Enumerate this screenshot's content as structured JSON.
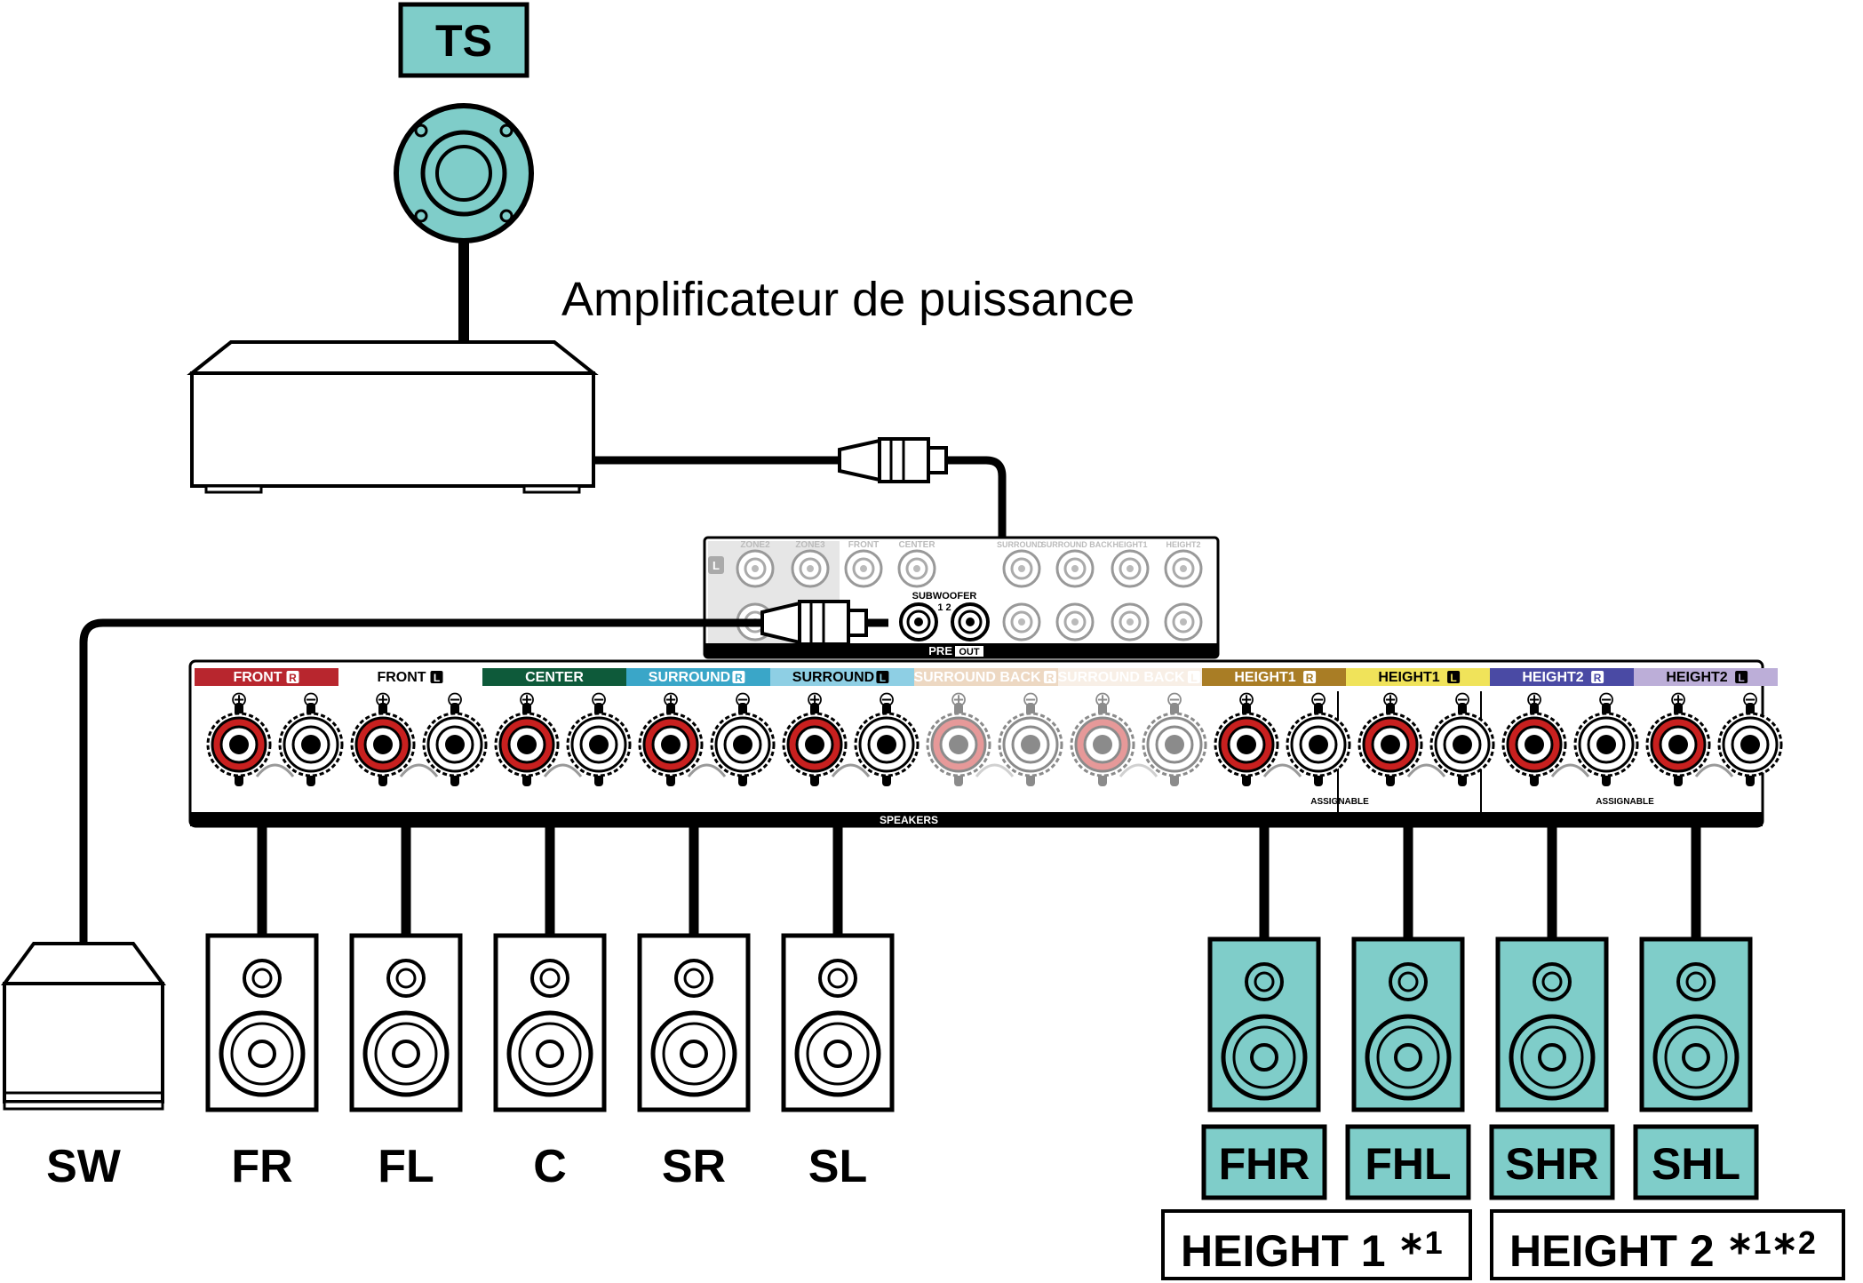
{
  "top_speaker": {
    "label": "TS"
  },
  "amplifier": {
    "caption": "Amplificateur de puissance"
  },
  "subwoofer": {
    "label": "SW"
  },
  "receiver": {
    "preout_zone_labels": [
      "ZONE2",
      "ZONE3",
      "FRONT",
      "CENTER"
    ],
    "preout_right_labels": [
      "SURROUND",
      "SURROUND BACK",
      "HEIGHT1",
      "HEIGHT2"
    ],
    "subwoofer_label": "SUBWOOFER",
    "subwoofer_numbers": "1  2",
    "pre_label": "PRE",
    "out_label": "OUT",
    "speakers_label": "SPEAKERS",
    "assignable_label": "ASSIGNABLE",
    "channel_side_markers": [
      "R",
      "L"
    ],
    "terminal_polarity_symbols": [
      "⊕",
      "⊖"
    ],
    "channels": [
      {
        "name": "FRONT",
        "side": "R",
        "color": "#b8262e",
        "text_color": "#ffffff",
        "faded": false
      },
      {
        "name": "FRONT",
        "side": "L",
        "color": "#ffffff",
        "text_color": "#000000",
        "faded": false
      },
      {
        "name": "CENTER",
        "side": "",
        "color": "#0e5a3a",
        "text_color": "#ffffff",
        "faded": false
      },
      {
        "name": "SURROUND",
        "side": "R",
        "color": "#3aa6c8",
        "text_color": "#ffffff",
        "faded": false
      },
      {
        "name": "SURROUND",
        "side": "L",
        "color": "#8ecfe4",
        "text_color": "#000000",
        "faded": false
      },
      {
        "name": "SURROUND BACK",
        "side": "R",
        "color": "#d9a97a",
        "text_color": "#ffffff",
        "faded": true
      },
      {
        "name": "SURROUND BACK",
        "side": "L",
        "color": "#f1ddc8",
        "text_color": "#ffffff",
        "faded": true
      },
      {
        "name": "HEIGHT1",
        "side": "R",
        "color": "#a97d25",
        "text_color": "#ffffff",
        "faded": false
      },
      {
        "name": "HEIGHT1",
        "side": "L",
        "color": "#f0e35a",
        "text_color": "#000000",
        "faded": false
      },
      {
        "name": "HEIGHT2",
        "side": "R",
        "color": "#4a4aa4",
        "text_color": "#ffffff",
        "faded": false
      },
      {
        "name": "HEIGHT2",
        "side": "L",
        "color": "#bcaed8",
        "text_color": "#000000",
        "faded": false
      }
    ]
  },
  "speakers": [
    {
      "label": "FR",
      "highlighted": false
    },
    {
      "label": "FL",
      "highlighted": false
    },
    {
      "label": "C",
      "highlighted": false
    },
    {
      "label": "SR",
      "highlighted": false
    },
    {
      "label": "SL",
      "highlighted": false
    },
    {
      "label": "FHR",
      "highlighted": true
    },
    {
      "label": "FHL",
      "highlighted": true
    },
    {
      "label": "SHR",
      "highlighted": true
    },
    {
      "label": "SHL",
      "highlighted": true
    }
  ],
  "groups": [
    {
      "label": "HEIGHT 1",
      "footnote": "∗1"
    },
    {
      "label": "HEIGHT 2",
      "footnote": "∗1∗2"
    }
  ],
  "colors": {
    "highlight": "#7fcdc9",
    "terminal_red": "#c8201f",
    "cable": "#000000"
  }
}
